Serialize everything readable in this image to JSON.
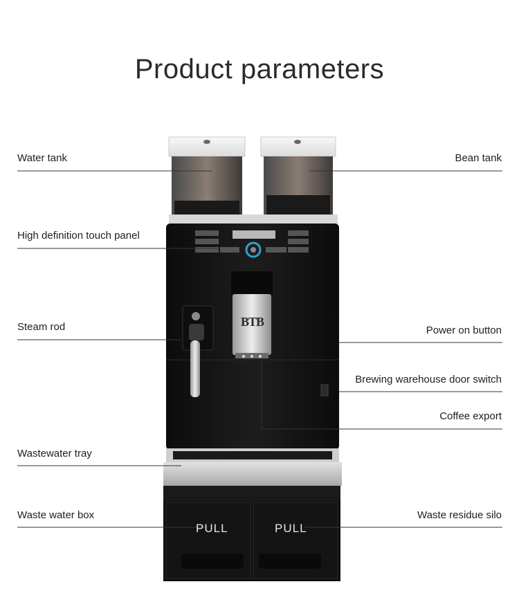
{
  "page": {
    "title": "Product parameters"
  },
  "labels": {
    "water_tank": "Water tank",
    "bean_tank": "Bean tank",
    "touch_panel": "High definition touch panel",
    "steam_rod": "Steam rod",
    "power_button": "Power on button",
    "door_switch": "Brewing warehouse door switch",
    "coffee_export": "Coffee export",
    "wastewater_tray": "Wastewater tray",
    "waste_water_box": "Waste water box",
    "waste_residue_silo": "Waste residue silo"
  },
  "machine": {
    "logo": "BTB",
    "pull_left": "PULL",
    "pull_right": "PULL"
  },
  "colors": {
    "body": "#141414",
    "steel": "#c8c8c8",
    "accent_button": "#2fa0d8",
    "leader_line": "#333333"
  }
}
